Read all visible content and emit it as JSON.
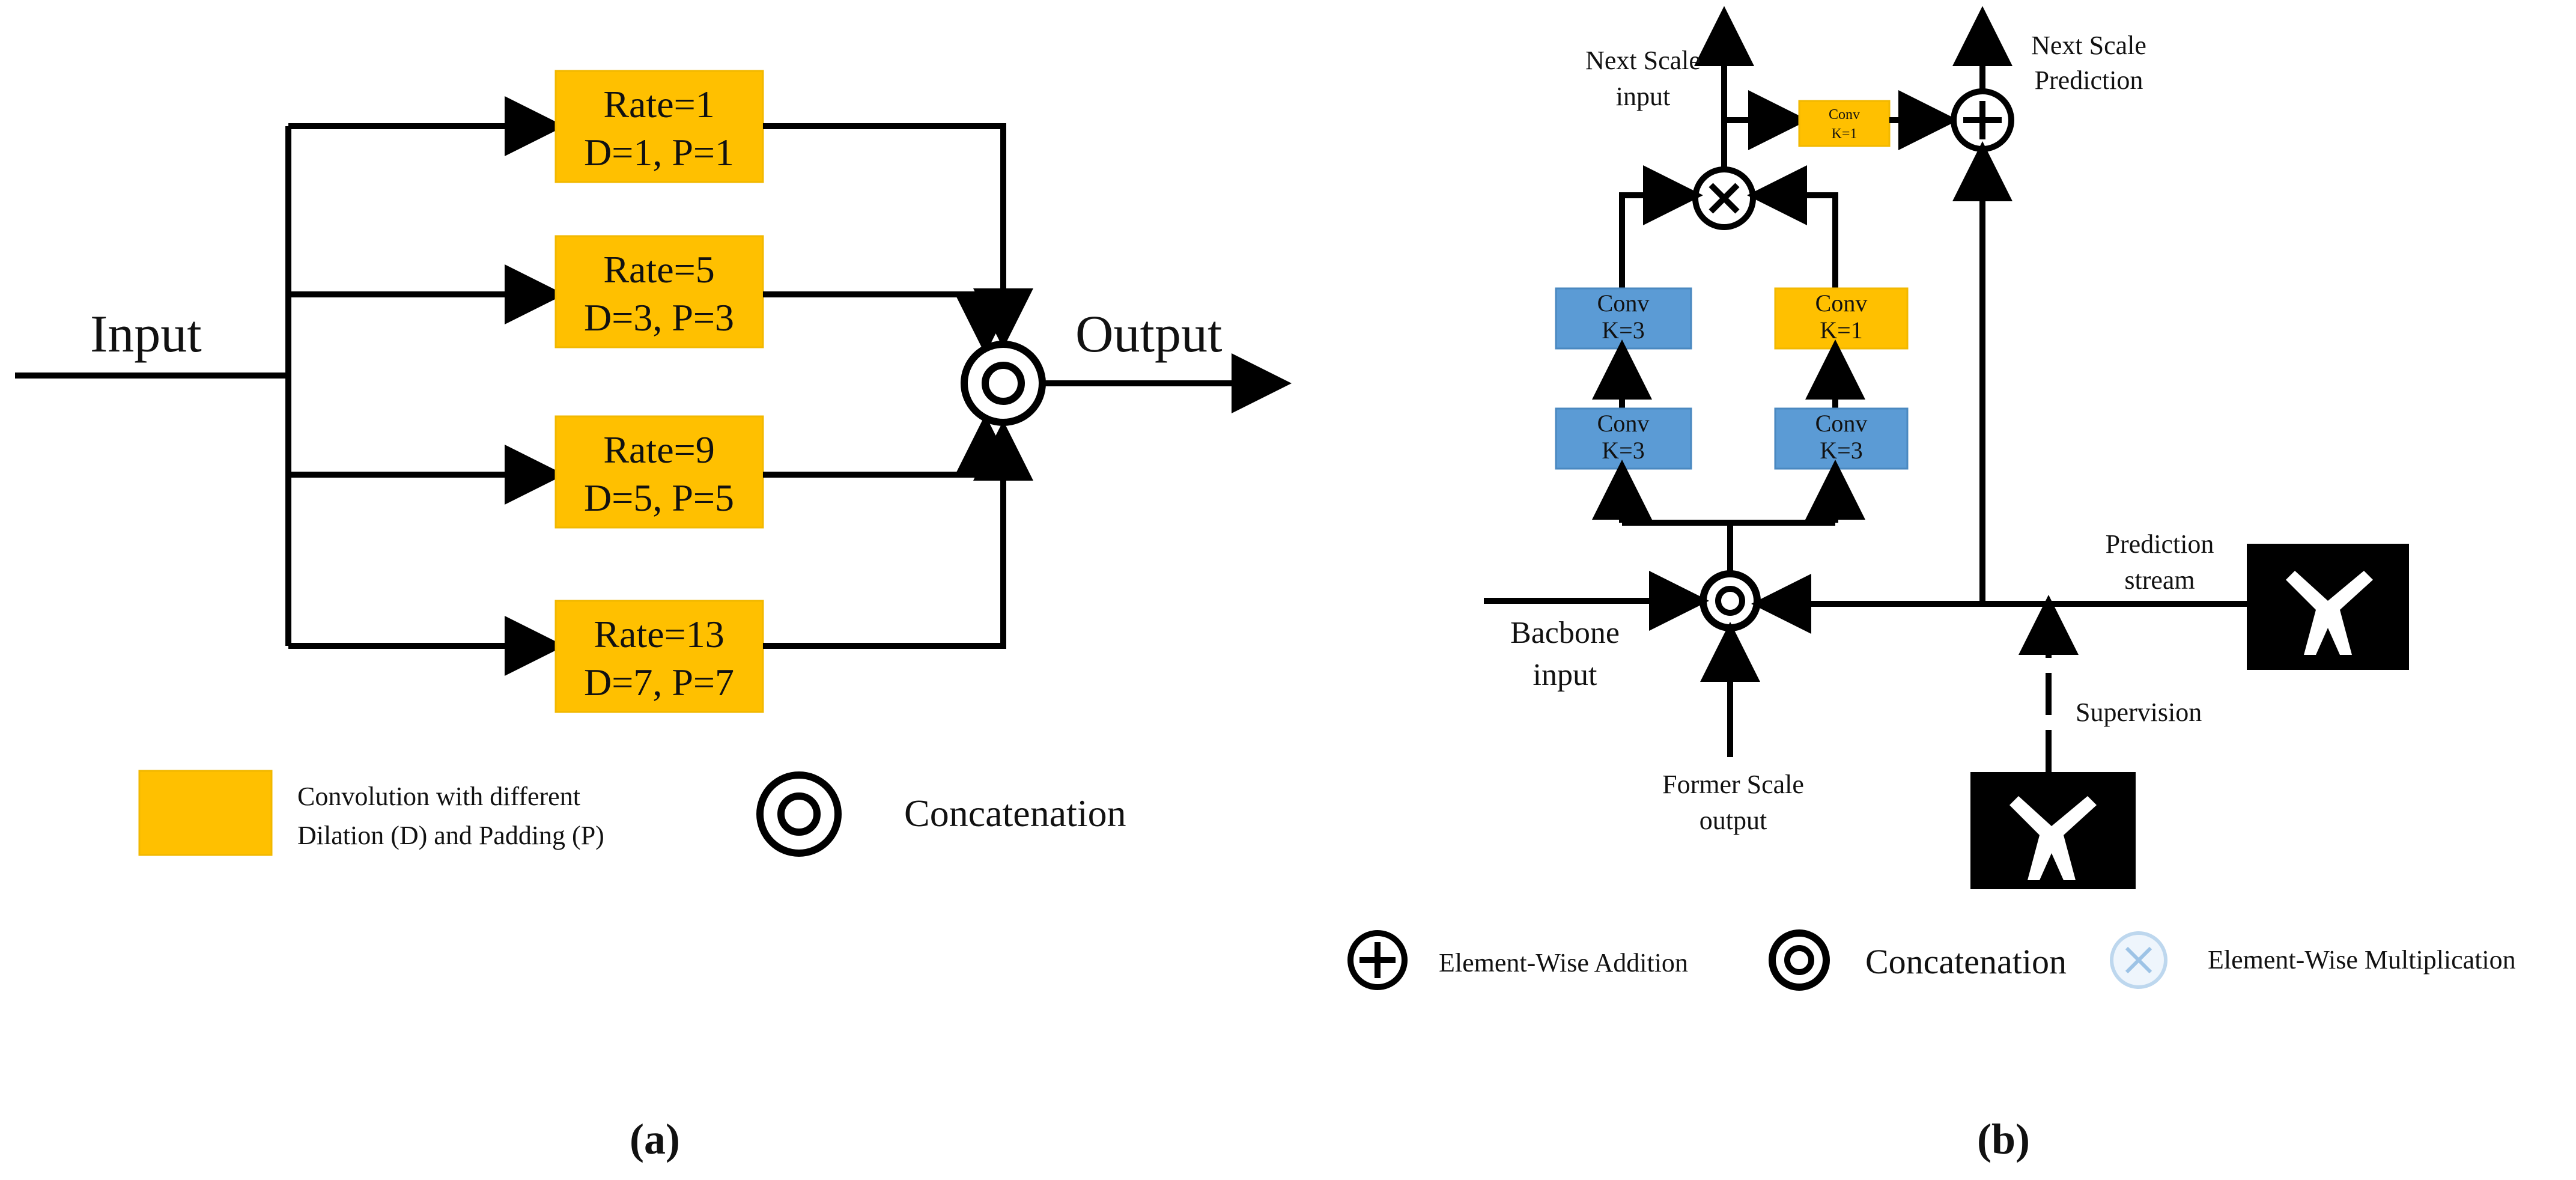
{
  "colors": {
    "orange_block": "#FFC000",
    "blue_block": "#5B9BD5",
    "line": "#000000",
    "mult_legend_light": "#BDD7EE"
  },
  "panel_a": {
    "input_label": "Input",
    "output_label": "Output",
    "blocks": [
      {
        "line1": "Rate=1",
        "line2": "D=1, P=1"
      },
      {
        "line1": "Rate=5",
        "line2": "D=3, P=3"
      },
      {
        "line1": "Rate=9",
        "line2": "D=5, P=5"
      },
      {
        "line1": "Rate=13",
        "line2": "D=7, P=7"
      }
    ],
    "legend": {
      "conv_line1": "Convolution with different",
      "conv_line2": "Dilation (D) and Padding (P)",
      "concat": "Concatenation"
    },
    "caption": "(a)"
  },
  "panel_b": {
    "next_scale_input": [
      "Next Scale",
      "input"
    ],
    "next_scale_prediction": [
      "Next Scale",
      "Prediction"
    ],
    "small_conv": [
      "Conv",
      "K=1"
    ],
    "conv_blocks": [
      {
        "line1": "Conv",
        "line2": "K=3"
      },
      {
        "line1": "Conv",
        "line2": "K=1"
      },
      {
        "line1": "Conv",
        "line2": "K=3"
      },
      {
        "line1": "Conv",
        "line2": "K=3"
      }
    ],
    "backbone_input": [
      "Bacbone",
      "input"
    ],
    "former_scale_output": [
      "Former Scale",
      "output"
    ],
    "prediction_stream": [
      "Prediction",
      "stream"
    ],
    "supervision": "Supervision",
    "legend": {
      "addition": "Element-Wise Addition",
      "concat": "Concatenation",
      "multiplication": "Element-Wise Multiplication"
    },
    "caption": "(b)"
  }
}
